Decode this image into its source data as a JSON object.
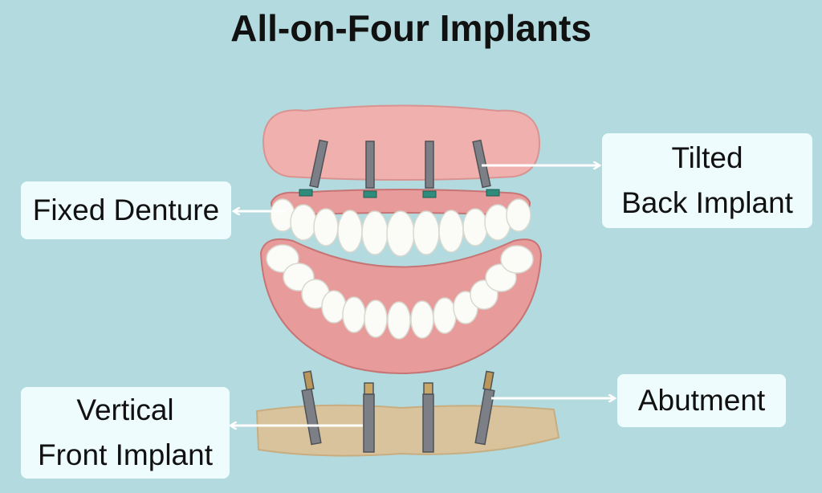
{
  "title": "All-on-Four Implants",
  "labels": {
    "fixed_denture": "Fixed Denture",
    "tilted_back_implant": "Tilted\nBack Implant",
    "vertical_front_implant": "Vertical\nFront Implant",
    "abutment": "Abutment"
  },
  "colors": {
    "background": "#b2dadf",
    "label_box": "#eefcfd",
    "gum": "#e79b9b",
    "upper_gum": "#f0b1ae",
    "tooth": "#fbfbf7",
    "bone": "#d8c39c",
    "implant": "#7c7f85",
    "arrow": "#ffffff"
  }
}
